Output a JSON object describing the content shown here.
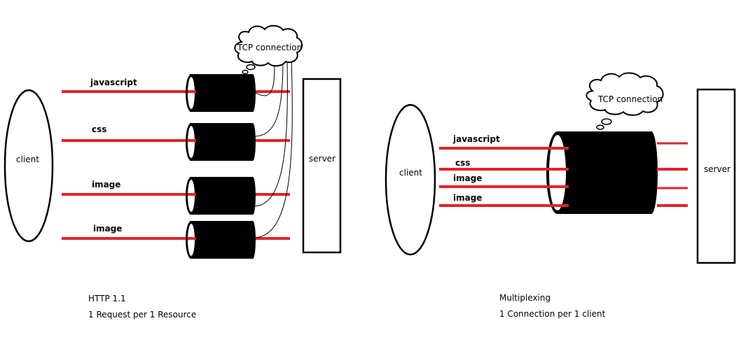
{
  "left": {
    "client_label": "client",
    "server_label": "server",
    "cloud_label": "TCP connection",
    "requests": [
      "javascript",
      "css",
      "image",
      "image"
    ],
    "caption_title": "HTTP 1.1",
    "caption_sub": "1 Request per 1 Resource"
  },
  "right": {
    "client_label": "client",
    "server_label": "server",
    "cloud_label": "TCP connection",
    "requests": [
      "javascript",
      "css",
      "image",
      "image"
    ],
    "caption_title": "Multiplexing",
    "caption_sub": "1 Connection per 1 client"
  },
  "colors": {
    "request_line": "#e0242b",
    "pipe": "#000000",
    "outline": "#000000"
  }
}
